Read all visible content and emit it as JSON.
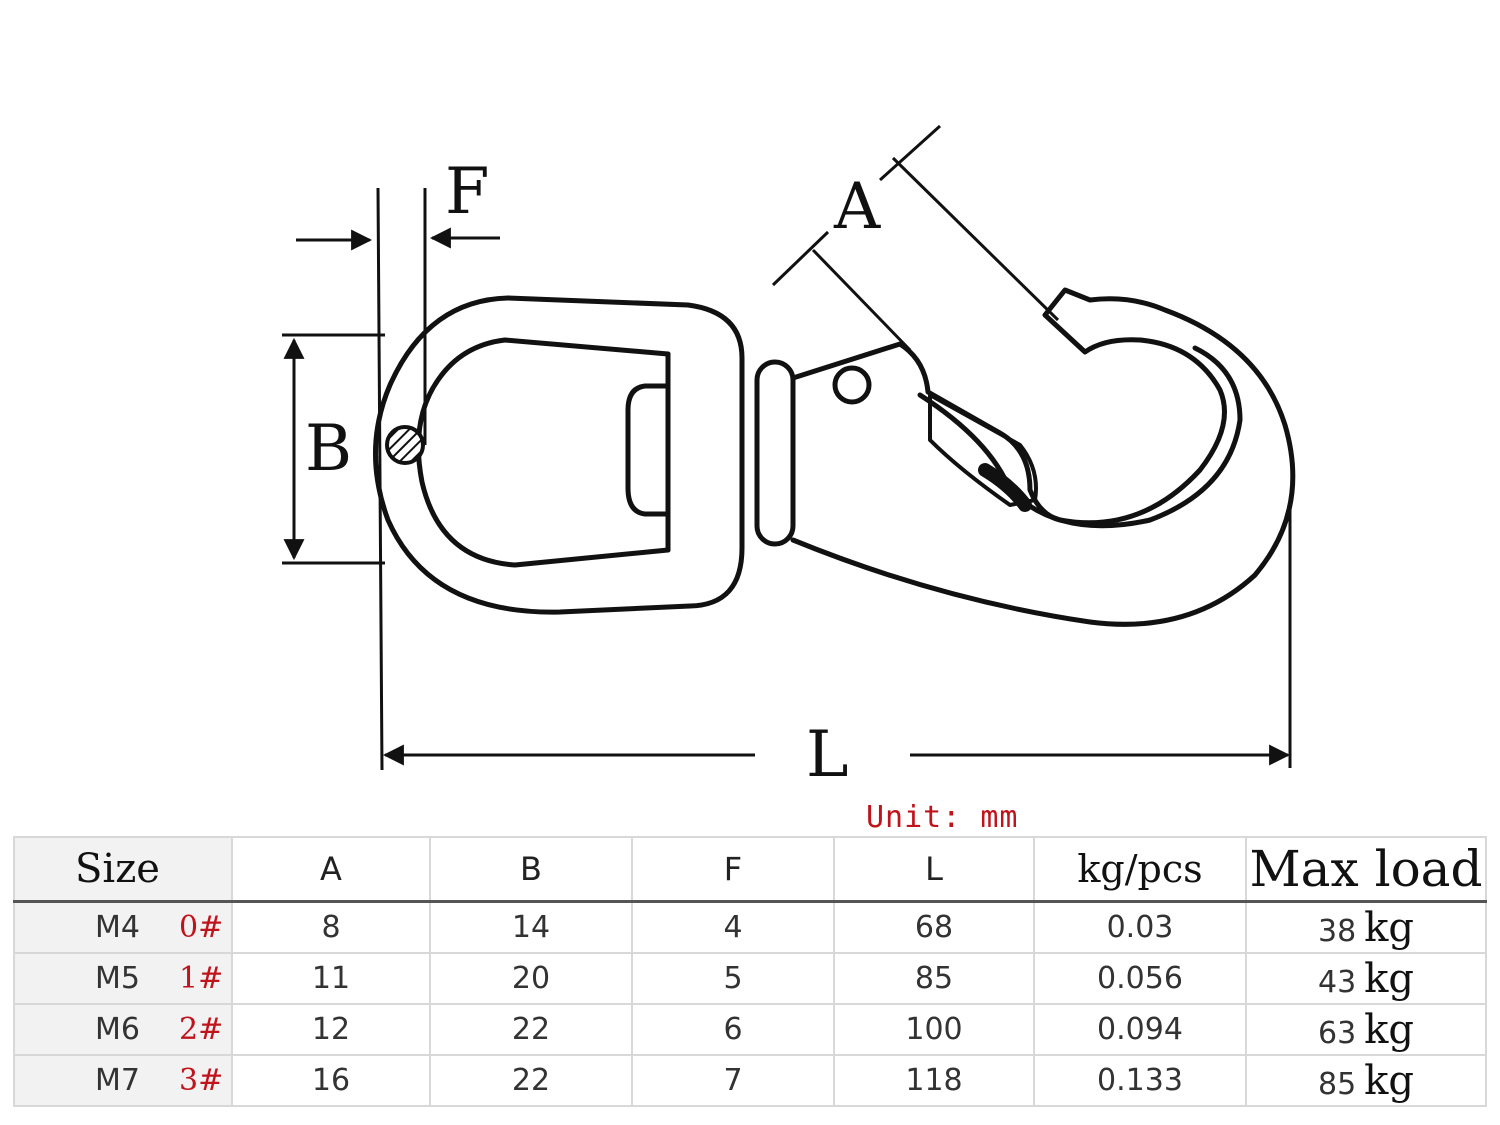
{
  "diagram": {
    "labels": {
      "a": "A",
      "b": "B",
      "f": "F",
      "l": "L"
    }
  },
  "unit_note": "Unit: mm",
  "table": {
    "headers": [
      "Size",
      "A",
      "B",
      "F",
      "L",
      "kg/pcs",
      "Max load"
    ],
    "rows": [
      {
        "size": "M4",
        "num": "0#",
        "a": "8",
        "b": "14",
        "f": "4",
        "l": "68",
        "weight": "0.03",
        "load": "38",
        "load_unit": "kg"
      },
      {
        "size": "M5",
        "num": "1#",
        "a": "11",
        "b": "20",
        "f": "5",
        "l": "85",
        "weight": "0.056",
        "load": "43",
        "load_unit": "kg"
      },
      {
        "size": "M6",
        "num": "2#",
        "a": "12",
        "b": "22",
        "f": "6",
        "l": "100",
        "weight": "0.094",
        "load": "63",
        "load_unit": "kg"
      },
      {
        "size": "M7",
        "num": "3#",
        "a": "16",
        "b": "22",
        "f": "7",
        "l": "118",
        "weight": "0.133",
        "load": "85",
        "load_unit": "kg"
      }
    ]
  }
}
